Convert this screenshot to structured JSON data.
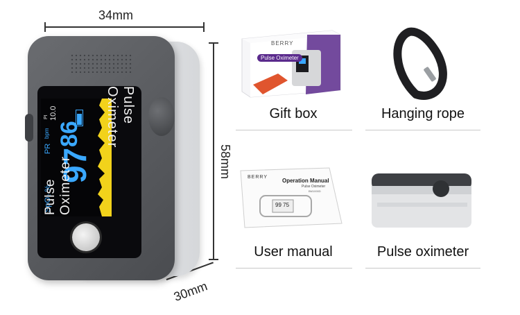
{
  "dimensions": {
    "width_label": "34mm",
    "height_label": "58mm",
    "depth_label": "30mm"
  },
  "device": {
    "brand_text": "Pulse Oximeter",
    "screen": {
      "title": "Pulse Oximeter",
      "spo2_label": "SpO₂ %",
      "spo2_value": "97",
      "pr_label": "PR",
      "bpm_label": "bpm",
      "pr_value": "86",
      "pi_label": "PI",
      "pi_value": "10.0"
    }
  },
  "accessories": [
    {
      "caption": "Gift box",
      "box_brand": "BERRY",
      "box_label": "Pulse Oximeter"
    },
    {
      "caption": "Hanging rope"
    },
    {
      "caption": "User manual",
      "manual_brand": "BERRY",
      "manual_title": "Operation Manual",
      "manual_subtitle": "Pulse Oximeter",
      "manual_model": "BM1000D",
      "manual_readings": "99 75"
    },
    {
      "caption": "Pulse oximeter"
    }
  ],
  "colors": {
    "device_body": "#5b5d60",
    "device_shell": "#e8e9ea",
    "screen_bg": "#0a0a0d",
    "spo2_color": "#3aa8ff",
    "pleth_color": "#f2d21b",
    "gift_box_purple": "#5a2a8c"
  }
}
